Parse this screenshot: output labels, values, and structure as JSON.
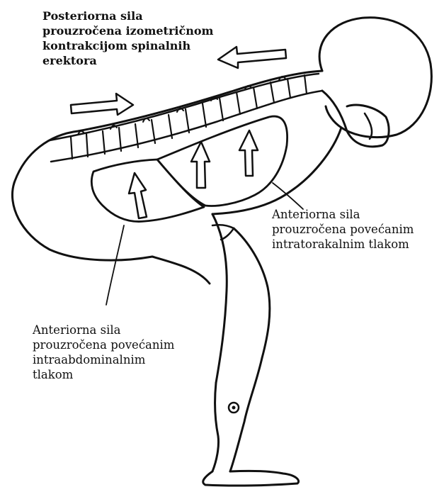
{
  "labels": {
    "posterior": "Posteriorna sila\nprouzročena izometričnom\nkontrakcijom spinalnih\nerektora",
    "intrathoracic": "Anteriorna sila\nprouzročena povećanim\nintratorakalnim tlakom",
    "intraabdominal": "Anteriorna sila\nprouzročena povećanim\nintraabdominalnim\ntlakom"
  },
  "colors": {
    "line": "#111111",
    "fill": "#ffffff"
  }
}
